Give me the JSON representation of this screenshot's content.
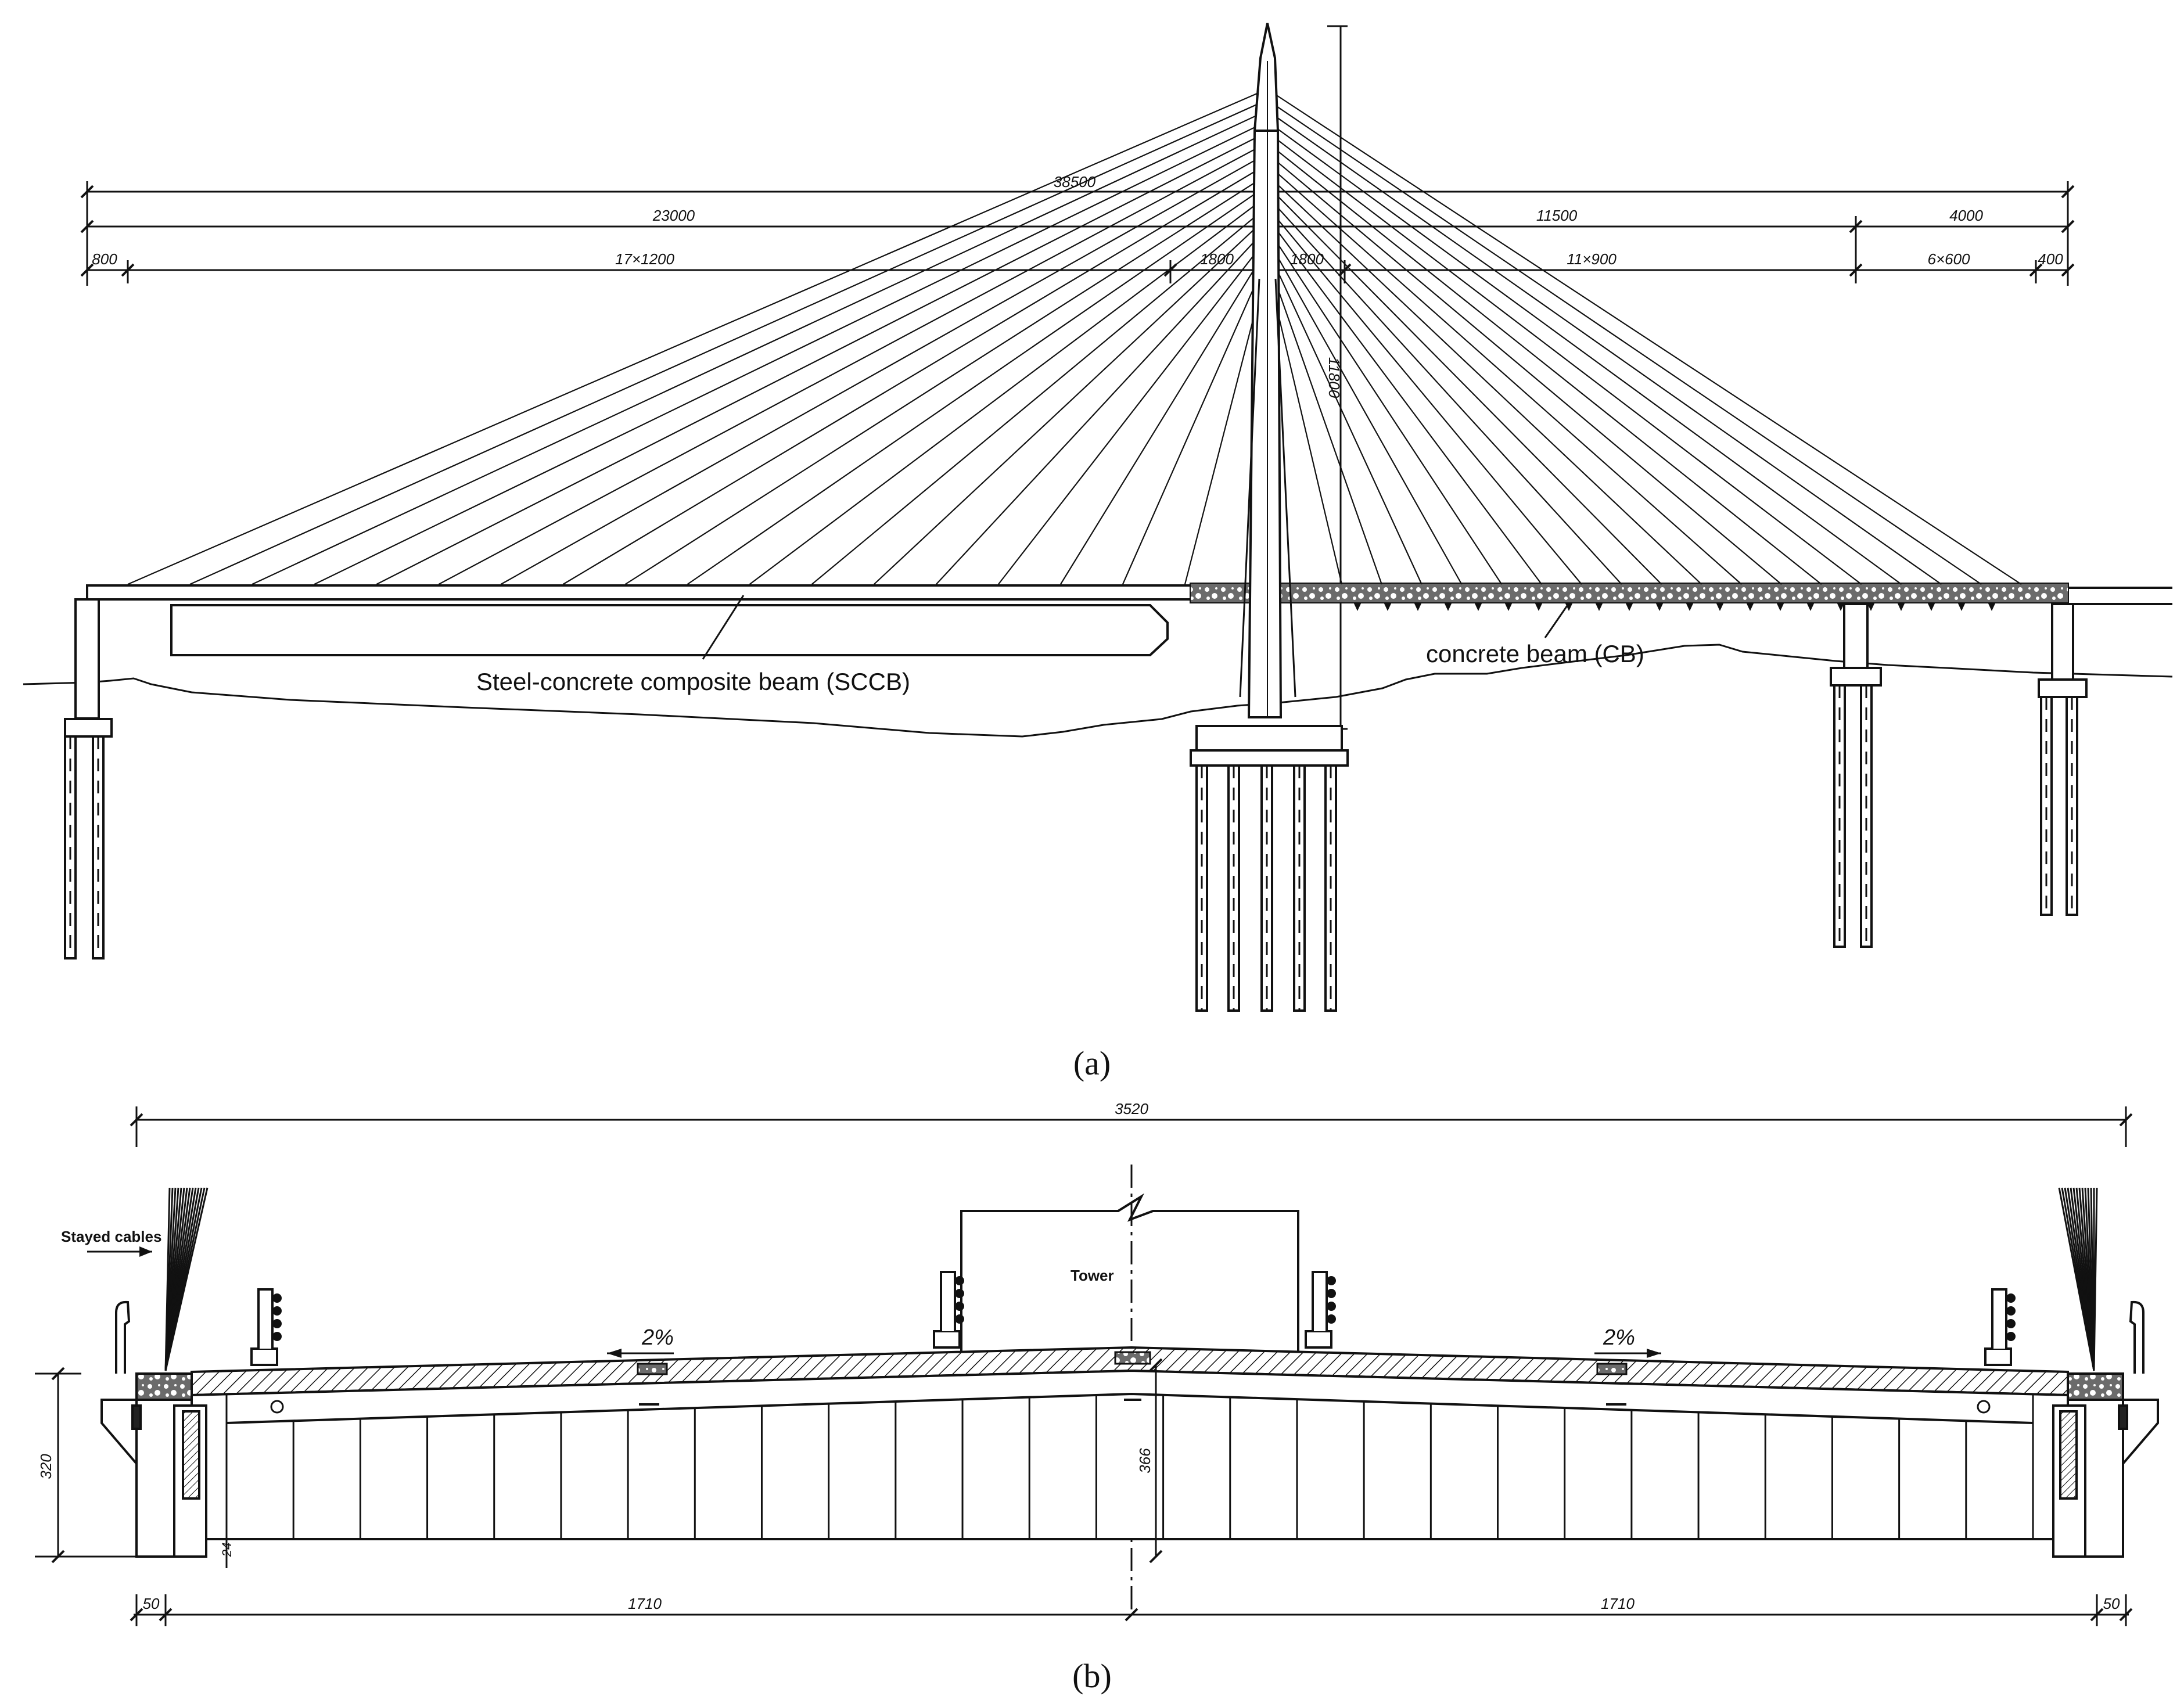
{
  "panel_a": {
    "caption": "(a)",
    "dims_row1": [
      "38500"
    ],
    "dims_row2": [
      "23000",
      "11500",
      "4000"
    ],
    "dims_row3": [
      "800",
      "17×1200",
      "1800",
      "1800",
      "11×900",
      "6×600",
      "400"
    ],
    "tower_height": "11800",
    "label_sccb": "Steel-concrete composite beam (SCCB)",
    "label_cb": "concrete beam (CB)"
  },
  "panel_b": {
    "caption": "(b)",
    "overall_width": "3520",
    "label_stayed_cables": "Stayed cables",
    "label_tower": "Tower",
    "slope_left": "2%",
    "slope_right": "2%",
    "height_left": "320",
    "height_center": "366",
    "small_dim": "24",
    "bottom_dims": [
      "50",
      "1710",
      "1710",
      "50"
    ]
  }
}
